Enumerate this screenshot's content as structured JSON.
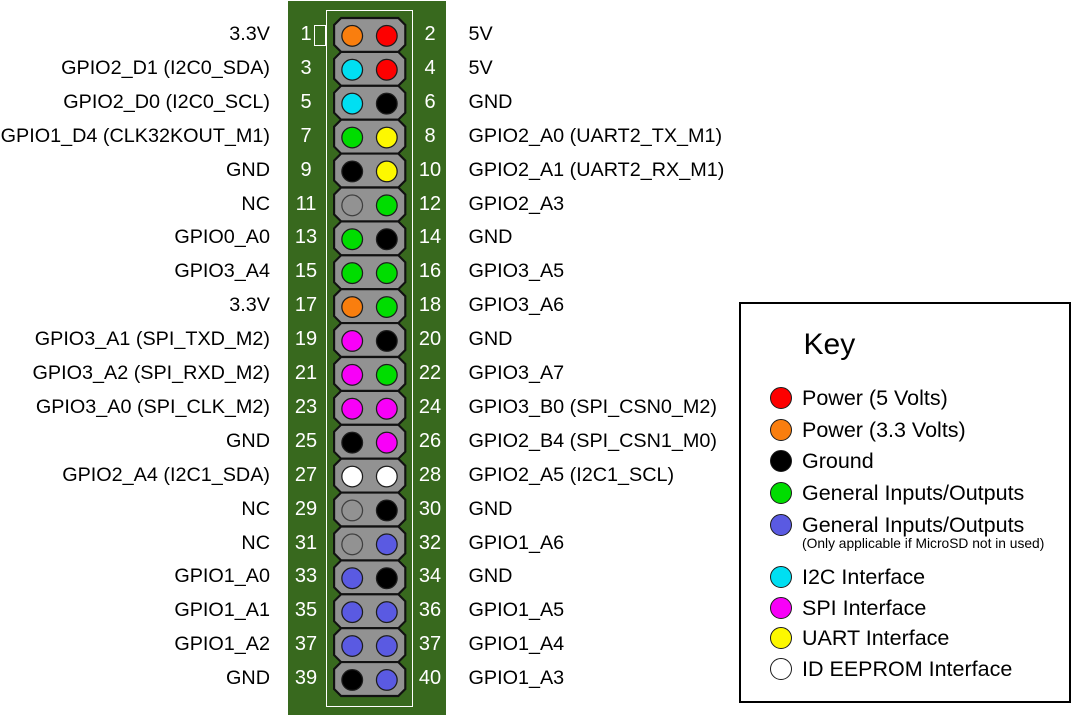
{
  "colors": {
    "board_green": "#38691e",
    "connector_gray": "#929292",
    "connector_outline": "#111111",
    "hole_ring": "#1c1c1c",
    "nc_ring": "#3f3f3f",
    "power_5v_red": "#fd0000",
    "power_3v3_orange": "#f97e0e",
    "ground_black": "#000000",
    "gpio_green": "#00dd00",
    "gpio_microsd_blue": "#5a5ae2",
    "i2c_cyan": "#00dff2",
    "spi_magenta": "#f800f8",
    "uart_yellow": "#fdf800",
    "id_eeprom_white": "#ffffff",
    "nc_gray": "#929292"
  },
  "pins": {
    "rows": [
      {
        "left_num": "1",
        "left_label": "3.3V",
        "left_color": "power_3v3_orange",
        "right_num": "2",
        "right_label": "5V",
        "right_color": "power_5v_red"
      },
      {
        "left_num": "3",
        "left_label": "GPIO2_D1 (I2C0_SDA)",
        "left_color": "i2c_cyan",
        "right_num": "4",
        "right_label": "5V",
        "right_color": "power_5v_red"
      },
      {
        "left_num": "5",
        "left_label": "GPIO2_D0 (I2C0_SCL)",
        "left_color": "i2c_cyan",
        "right_num": "6",
        "right_label": "GND",
        "right_color": "ground_black"
      },
      {
        "left_num": "7",
        "left_label": "GPIO1_D4 (CLK32KOUT_M1)",
        "left_color": "gpio_green",
        "right_num": "8",
        "right_label": "GPIO2_A0 (UART2_TX_M1)",
        "right_color": "uart_yellow"
      },
      {
        "left_num": "9",
        "left_label": "GND",
        "left_color": "ground_black",
        "right_num": "10",
        "right_label": "GPIO2_A1 (UART2_RX_M1)",
        "right_color": "uart_yellow"
      },
      {
        "left_num": "11",
        "left_label": "NC",
        "left_color": "nc_gray",
        "right_num": "12",
        "right_label": "GPIO2_A3",
        "right_color": "gpio_green"
      },
      {
        "left_num": "13",
        "left_label": "GPIO0_A0",
        "left_color": "gpio_green",
        "right_num": "14",
        "right_label": "GND",
        "right_color": "ground_black"
      },
      {
        "left_num": "15",
        "left_label": "GPIO3_A4",
        "left_color": "gpio_green",
        "right_num": "16",
        "right_label": "GPIO3_A5",
        "right_color": "gpio_green"
      },
      {
        "left_num": "17",
        "left_label": "3.3V",
        "left_color": "power_3v3_orange",
        "right_num": "18",
        "right_label": "GPIO3_A6",
        "right_color": "gpio_green"
      },
      {
        "left_num": "19",
        "left_label": "GPIO3_A1 (SPI_TXD_M2)",
        "left_color": "spi_magenta",
        "right_num": "20",
        "right_label": "GND",
        "right_color": "ground_black"
      },
      {
        "left_num": "21",
        "left_label": "GPIO3_A2 (SPI_RXD_M2)",
        "left_color": "spi_magenta",
        "right_num": "22",
        "right_label": "GPIO3_A7",
        "right_color": "gpio_green"
      },
      {
        "left_num": "23",
        "left_label": "GPIO3_A0 (SPI_CLK_M2)",
        "left_color": "spi_magenta",
        "right_num": "24",
        "right_label": "GPIO3_B0 (SPI_CSN0_M2)",
        "right_color": "spi_magenta"
      },
      {
        "left_num": "25",
        "left_label": "GND",
        "left_color": "ground_black",
        "right_num": "26",
        "right_label": "GPIO2_B4 (SPI_CSN1_M0)",
        "right_color": "spi_magenta"
      },
      {
        "left_num": "27",
        "left_label": "GPIO2_A4 (I2C1_SDA)",
        "left_color": "id_eeprom_white",
        "right_num": "28",
        "right_label": "GPIO2_A5 (I2C1_SCL)",
        "right_color": "id_eeprom_white"
      },
      {
        "left_num": "29",
        "left_label": "NC",
        "left_color": "nc_gray",
        "right_num": "30",
        "right_label": "GND",
        "right_color": "ground_black"
      },
      {
        "left_num": "31",
        "left_label": "NC",
        "left_color": "nc_gray",
        "right_num": "32",
        "right_label": "GPIO1_A6",
        "right_color": "gpio_microsd_blue"
      },
      {
        "left_num": "33",
        "left_label": "GPIO1_A0",
        "left_color": "gpio_microsd_blue",
        "right_num": "34",
        "right_label": "GND",
        "right_color": "ground_black"
      },
      {
        "left_num": "35",
        "left_label": "GPIO1_A1",
        "left_color": "gpio_microsd_blue",
        "right_num": "36",
        "right_label": "GPIO1_A5",
        "right_color": "gpio_microsd_blue"
      },
      {
        "left_num": "37",
        "left_label": "GPIO1_A2",
        "left_color": "gpio_microsd_blue",
        "right_num": "37",
        "right_label": "GPIO1_A4",
        "right_color": "gpio_microsd_blue"
      },
      {
        "left_num": "39",
        "left_label": "GND",
        "left_color": "ground_black",
        "right_num": "40",
        "right_label": "GPIO1_A3",
        "right_color": "gpio_microsd_blue"
      }
    ]
  },
  "key": {
    "title": "Key",
    "items": [
      {
        "color": "power_5v_red",
        "label": "Power (5 Volts)"
      },
      {
        "color": "power_3v3_orange",
        "label": "Power (3.3 Volts)"
      },
      {
        "color": "ground_black",
        "label": "Ground"
      },
      {
        "color": "gpio_green",
        "label": "General Inputs/Outputs"
      },
      {
        "color": "gpio_microsd_blue",
        "label": "General Inputs/Outputs",
        "sublabel": "(Only applicable if MicroSD not in used)"
      },
      {
        "color": "i2c_cyan",
        "label": "I2C Interface"
      },
      {
        "color": "spi_magenta",
        "label": "SPI Interface"
      },
      {
        "color": "uart_yellow",
        "label": "UART Interface"
      },
      {
        "color": "id_eeprom_white",
        "label": "ID EEPROM Interface"
      }
    ]
  }
}
